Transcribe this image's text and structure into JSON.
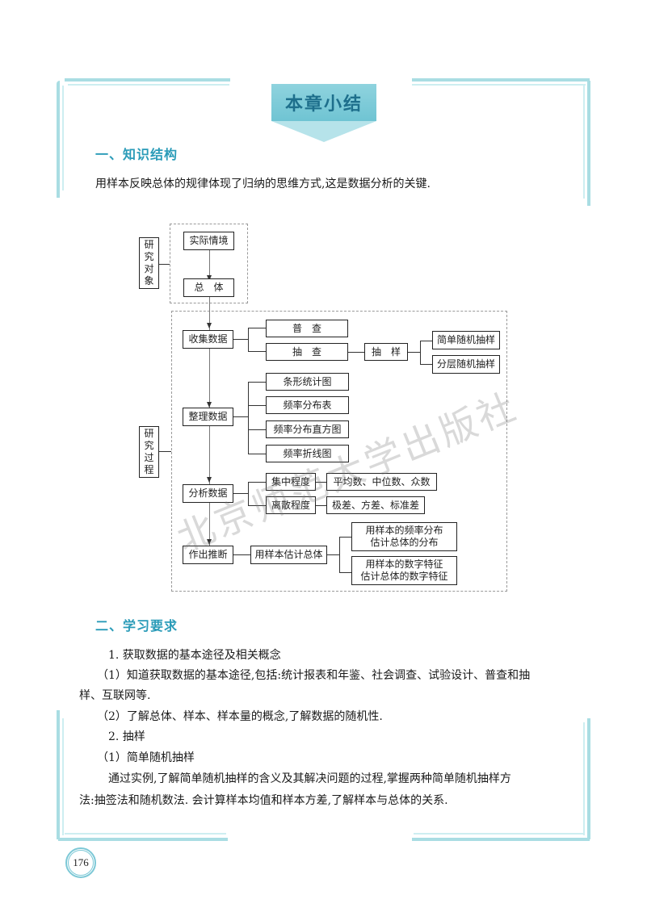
{
  "title": "本章小结",
  "sections": [
    {
      "heading": "一、知识结构",
      "intro": "用样本反映总体的规律体现了归纳的思维方式,这是数据分析的关键."
    },
    {
      "heading": "二、学习要求"
    }
  ],
  "diagram": {
    "side_labels": {
      "object": [
        "研",
        "究",
        "对",
        "象"
      ],
      "process": [
        "研",
        "究",
        "过",
        "程"
      ]
    },
    "object_nodes": [
      "实际情境",
      "总　体"
    ],
    "process_nodes": {
      "collect": {
        "label": "收集数据",
        "children": [
          "普　查",
          "抽　查"
        ],
        "sampling": "抽　样",
        "sampling_children": [
          "简单随机抽样",
          "分层随机抽样"
        ]
      },
      "organize": {
        "label": "整理数据",
        "children": [
          "条形统计图",
          "频率分布表",
          "频率分布直方图",
          "频率折线图"
        ]
      },
      "analyze": {
        "label": "分析数据",
        "children": [
          {
            "label": "集中程度",
            "detail": "平均数、中位数、众数"
          },
          {
            "label": "离散程度",
            "detail": "极差、方差、标准差"
          }
        ]
      },
      "infer": {
        "label": "作出推断",
        "middle": "用样本估计总体",
        "children": [
          [
            "用样本的频率分布",
            "估计总体的分布"
          ],
          [
            "用样本的数字特征",
            "估计总体的数字特征"
          ]
        ]
      }
    }
  },
  "requirements": [
    "1. 获取数据的基本途径及相关概念",
    "（1）知道获取数据的基本途径,包括:统计报表和年鉴、社会调查、试验设计、普查和抽",
    "样、互联网等.",
    "（2）了解总体、样本、样本量的概念,了解数据的随机性.",
    "2. 抽样",
    "（1）简单随机抽样",
    "通过实例,了解简单随机抽样的含义及其解决问题的过程,掌握两种简单随机抽样方",
    "法:抽签法和随机数法. 会计算样本均值和样本方差,了解样本与总体的关系."
  ],
  "watermark": "北京师范大学出版社",
  "page_number": "176",
  "colors": {
    "accent": "#2a9bb8",
    "frame": "#a9dde3",
    "badge": "#6fc4d3",
    "badge_text": "#1e6f8c"
  }
}
